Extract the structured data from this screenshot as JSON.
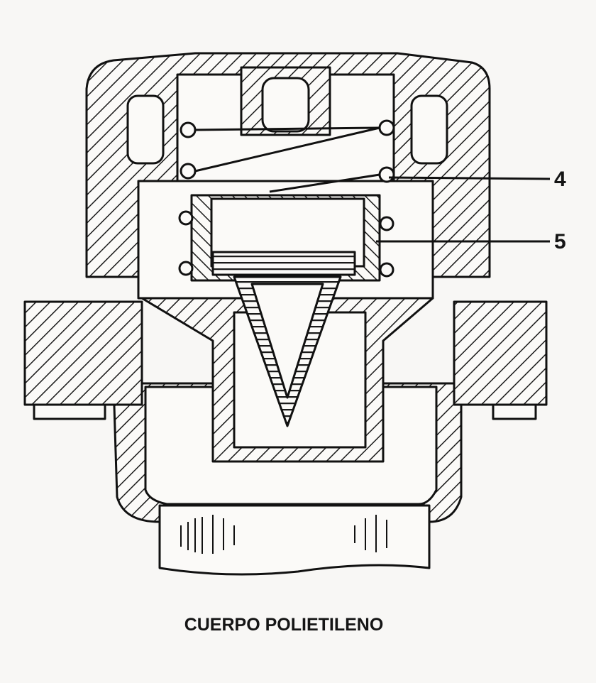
{
  "callouts": [
    {
      "number": "4"
    },
    {
      "number": "5"
    }
  ],
  "caption": "CUERPO POLIETILENO"
}
